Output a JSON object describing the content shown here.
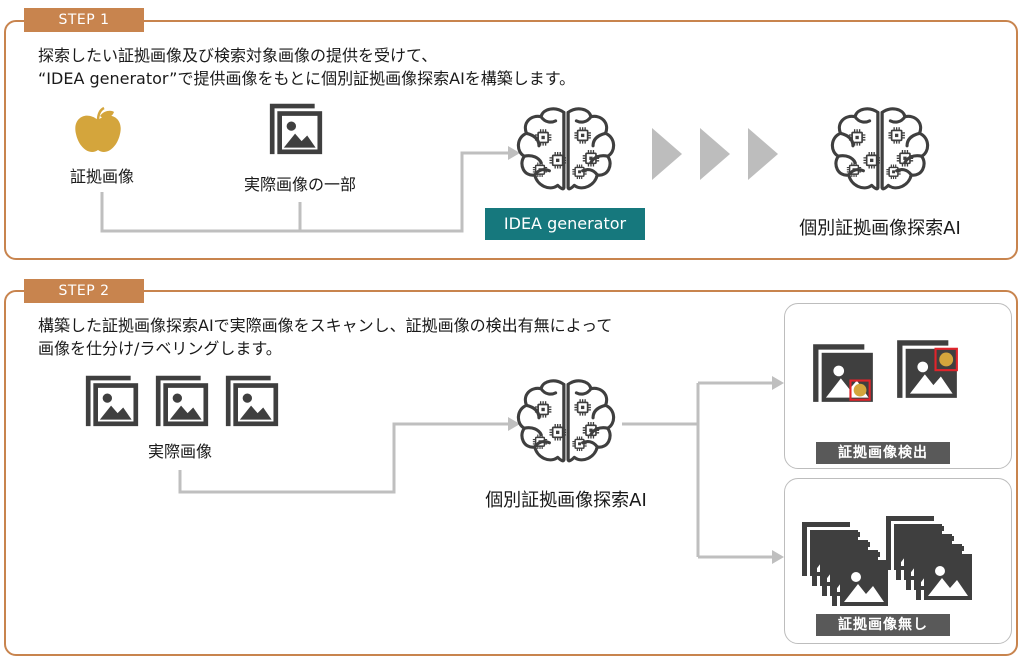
{
  "step1": {
    "tab": "STEP 1",
    "desc_line1": "探索したい証拠画像及び検索対象画像の提供を受けて、",
    "desc_line2": "“IDEA generator”で提供画像をもとに個別証拠画像探索AIを構築します。",
    "evidence_label": "証拠画像",
    "partial_label": "実際画像の一部",
    "generator_label": "IDEA generator",
    "result_label": "個別証拠画像探索AI"
  },
  "step2": {
    "tab": "STEP 2",
    "desc_line1": "構築した証拠画像探索AIで実際画像をスキャンし、証拠画像の検出有無によって",
    "desc_line2": "画像を仕分け/ラベリングします。",
    "actual_label": "実際画像",
    "ai_label": "個別証拠画像探索AI",
    "detected_label": "証拠画像検出",
    "not_detected_label": "証拠画像無し"
  },
  "colors": {
    "accent": "#c8844e",
    "teal": "#16787d",
    "icon_dark": "#3f3f3f",
    "apple": "#d4a53c",
    "detect_red": "#e0242b",
    "connector": "#bfbfbf"
  },
  "icons": {
    "apple": "apple-icon",
    "image_stack": "image-stack-icon",
    "brain": "brain-chip-icon",
    "arrow": "chevron-right-icon"
  }
}
